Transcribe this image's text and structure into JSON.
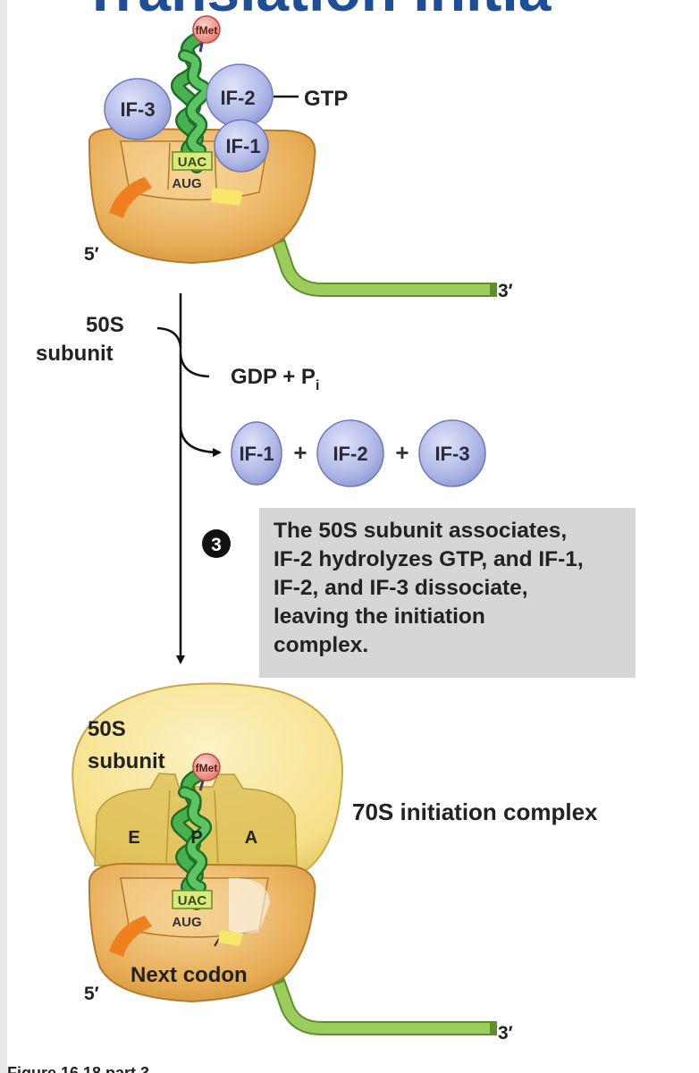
{
  "header": {
    "title_fragment": "Translation Initia"
  },
  "top_complex": {
    "fmet": "fMet",
    "if3": "IF-3",
    "if2": "IF-2",
    "if1": "IF-1",
    "gtp": "GTP",
    "anticodon": "UAC",
    "codon": "AUG",
    "five_prime": "5′",
    "three_prime": "3′"
  },
  "reaction": {
    "subunit_line1": "50S",
    "subunit_line2": "subunit",
    "gdp": "GDP + P",
    "gdp_subscript": "i",
    "released": [
      "IF-1",
      "IF-2",
      "IF-3"
    ],
    "plus": "+"
  },
  "step": {
    "number": "3",
    "caption_lines": [
      "The 50S subunit associates,",
      "IF-2 hydrolyzes GTP, and IF-1,",
      "IF-2, and IF-3 dissociate,",
      "leaving the initiation",
      "complex."
    ]
  },
  "bottom_complex": {
    "subunit_line1": "50S",
    "subunit_line2": "subunit",
    "fmet": "fMet",
    "site_e": "E",
    "site_p": "P",
    "site_a": "A",
    "anticodon": "UAC",
    "codon": "AUG",
    "next_codon": "Next codon",
    "five_prime": "5′",
    "three_prime": "3′",
    "complex_label": "70S initiation complex"
  },
  "footer": {
    "figure_fragment": "Figure 16.18 part 3"
  },
  "colors": {
    "title_blue": "#1f4e99",
    "if_blue": "#aeb6e6",
    "ribosome_30s": "#e9b25c",
    "ribosome_50s": "#f7e28e",
    "mrna_green": "#9ccc5b",
    "trna_green": "#3a9a3e",
    "fmet_red": "#f08f84"
  }
}
